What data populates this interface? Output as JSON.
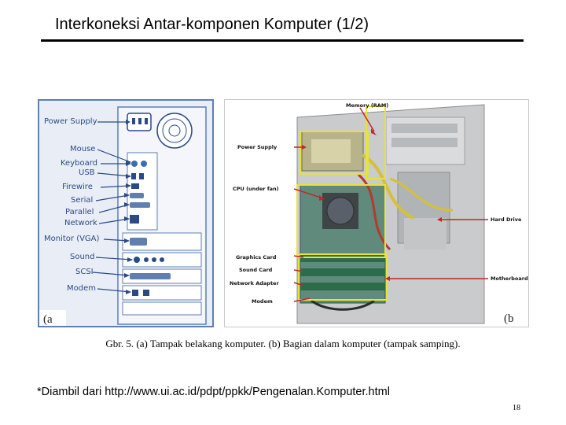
{
  "slide": {
    "title": "Interkoneksi Antar-komponen Komputer (1/2)",
    "page_number": "18"
  },
  "figure": {
    "panel_a": {
      "letter": "(a",
      "port_labels": [
        "Power Supply",
        "Mouse",
        "Keyboard",
        "USB",
        "Firewire",
        "Serial",
        "Parallel",
        "Network",
        "Monitor (VGA)",
        "Sound",
        "SCSI",
        "Modem"
      ]
    },
    "panel_b": {
      "letter": "(b",
      "part_labels": [
        "Memory (RAM)",
        "Power Supply",
        "CPU (under fan)",
        "Hard Drive",
        "Graphics Card",
        "Sound Card",
        "Network Adapter",
        "Motherboard",
        "Modem"
      ]
    },
    "caption": "Gbr. 5. (a) Tampak belakang komputer. (b) Bagian dalam komputer (tampak samping)."
  },
  "source": {
    "prefix": "*Diambil dari ",
    "link": "http://www.ui.ac.id/pdpt/ppkk/Pengenalan.Komputer.html"
  },
  "colors": {
    "panel_a_background": "#e9eef6",
    "panel_a_line": "#5f7fb1",
    "panel_b_highlight": "#e8e23a",
    "panel_b_arrow": "#c0282b"
  }
}
